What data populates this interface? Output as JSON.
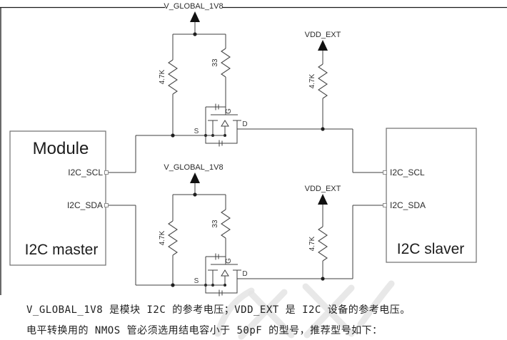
{
  "schematic": {
    "rails": {
      "v_global": "V_GLOBAL_1V8",
      "vdd_ext": "VDD_EXT"
    },
    "resistors": {
      "pullup": "4.7K",
      "gate": "33"
    },
    "mosfet": {
      "source": "S",
      "gate": "G",
      "drain": "D"
    },
    "module": {
      "title": "Module",
      "role": "I2C master",
      "pins": [
        "I2C_SCL",
        "I2C_SDA"
      ]
    },
    "slave": {
      "role": "I2C slaver",
      "pins": [
        "I2C_SCL",
        "I2C_SDA"
      ]
    }
  },
  "notes": {
    "line1": "V_GLOBAL_1V8 是模块 I2C 的参考电压；VDD_EXT 是 I2C 设备的参考电压。",
    "line2": "电平转换用的 NMOS 管必须选用结电容小于 50pF 的型号，推荐型号如下："
  },
  "colors": {
    "wire": "#3f3f3f",
    "box_border": "#6e6e6e",
    "text": "#2b2b2b",
    "watermark": "#e4e4e4",
    "background": "#ffffff"
  }
}
